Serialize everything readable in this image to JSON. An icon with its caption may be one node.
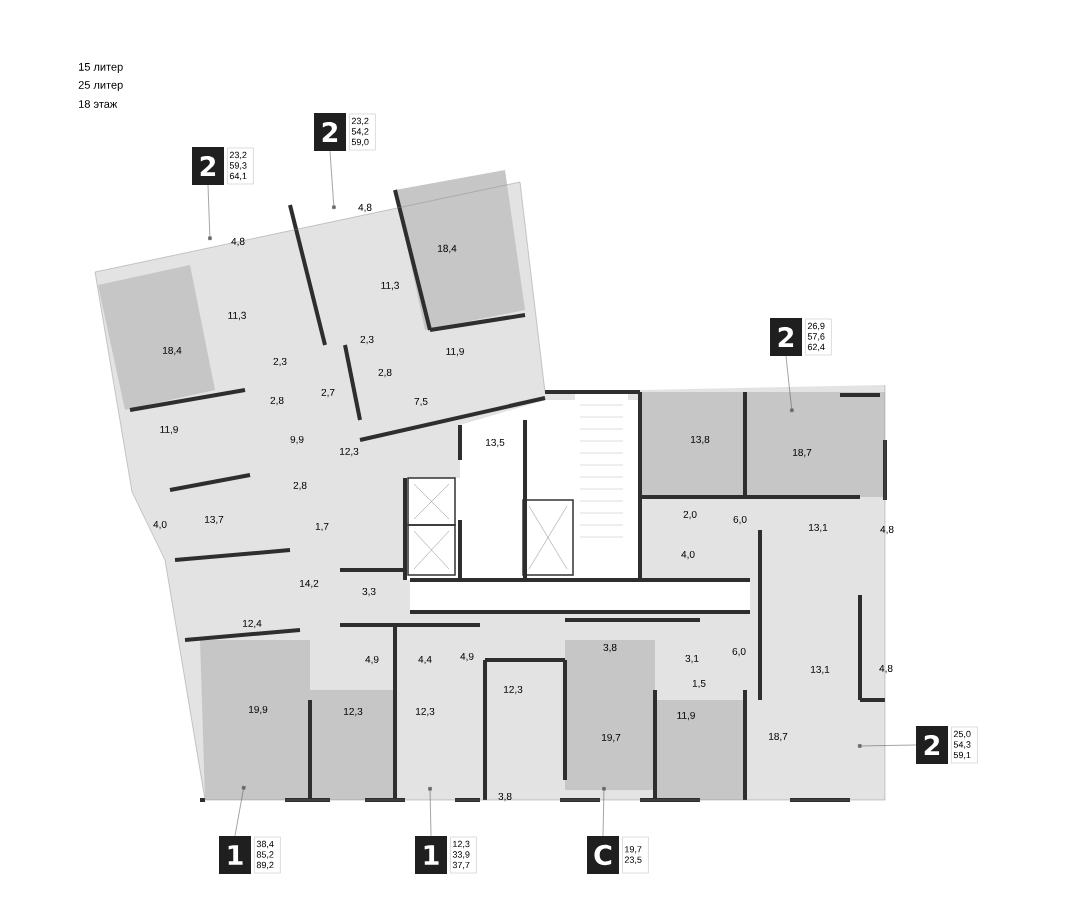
{
  "diagram": {
    "nodes": [
      {
        "text": [
          "2",
          "23,2 59,3 64,1"
        ]
      },
      {
        "text": [
          "2",
          "23,2 54,2 59,0"
        ]
      },
      {
        "text": [
          "2",
          "26,9 57,6 62,4"
        ]
      },
      {
        "text": [
          "2",
          "25,0 54,3 59,1"
        ]
      },
      {
        "text": [
          "1",
          "38,4 85,2 89,2"
        ]
      },
      {
        "text": [
          "1",
          "12,3 33,9 37,7"
        ]
      },
      {
        "text": [
          "С",
          "19,7 23,5"
        ]
      }
    ],
    "edges": [
      {
        "from": 0,
        "to": null,
        "arrow": "other"
      },
      {
        "from": 1,
        "to": null,
        "arrow": "other"
      },
      {
        "from": 2,
        "to": null,
        "arrow": "other"
      },
      {
        "from": 3,
        "to": null,
        "arrow": "other"
      },
      {
        "from": 4,
        "to": null,
        "arrow": "other"
      },
      {
        "from": 5,
        "to": null,
        "arrow": "other"
      },
      {
        "from": 6,
        "to": null,
        "arrow": "other"
      }
    ],
    "labels": [
      "15 литер",
      "25 литер",
      "18 этаж",
      "4,8",
      "4,8",
      "18,4",
      "11,3",
      "11,3",
      "2,3",
      "11,9",
      "18,4",
      "2,3",
      "2,8",
      "2,7",
      "2,8",
      "7,5",
      "13,5",
      "11,9",
      "13,8",
      "9,9",
      "12,3",
      "18,7",
      "2,8",
      "2,0",
      "6,0",
      "13,7",
      "4,0",
      "1,7",
      "13,1",
      "4,8",
      "4,0",
      "14,2",
      "3,3",
      "12,4",
      "3,8",
      "6,0",
      "4,9",
      "3,1",
      "4,9",
      "4,4",
      "13,1",
      "4,8",
      "1,5",
      "12,3",
      "19,9",
      "12,3",
      "12,3",
      "11,9",
      "18,7",
      "19,7",
      "3,8"
    ]
  }
}
